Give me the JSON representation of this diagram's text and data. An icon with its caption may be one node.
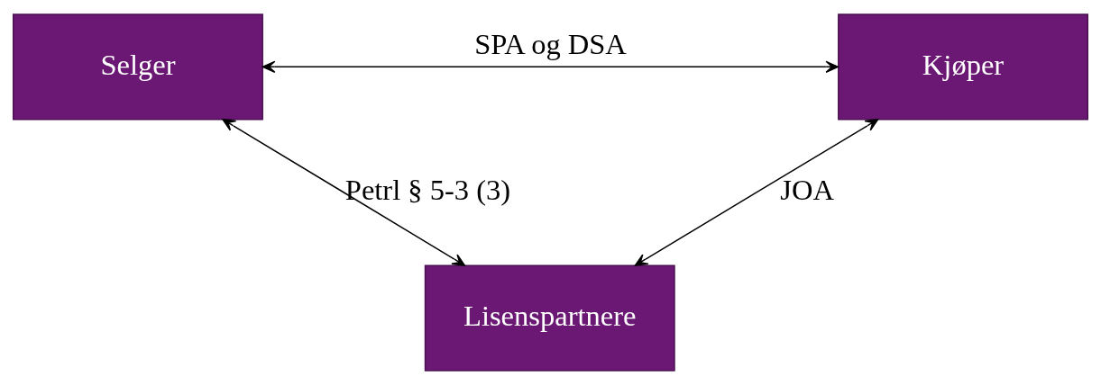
{
  "diagram": {
    "nodes": [
      {
        "text": [
          "Selger"
        ]
      },
      {
        "text": [
          "Kjøper"
        ]
      },
      {
        "text": [
          "Lisenspartnere"
        ]
      }
    ],
    "edges": [
      {
        "from": 0,
        "to": 1,
        "arrow": "both",
        "label": "SPA og DSA"
      },
      {
        "from": 0,
        "to": 2,
        "arrow": "both",
        "label": "Petrl § 5-3 (3)"
      },
      {
        "from": 1,
        "to": 2,
        "arrow": "both",
        "label": "JOA"
      }
    ]
  }
}
